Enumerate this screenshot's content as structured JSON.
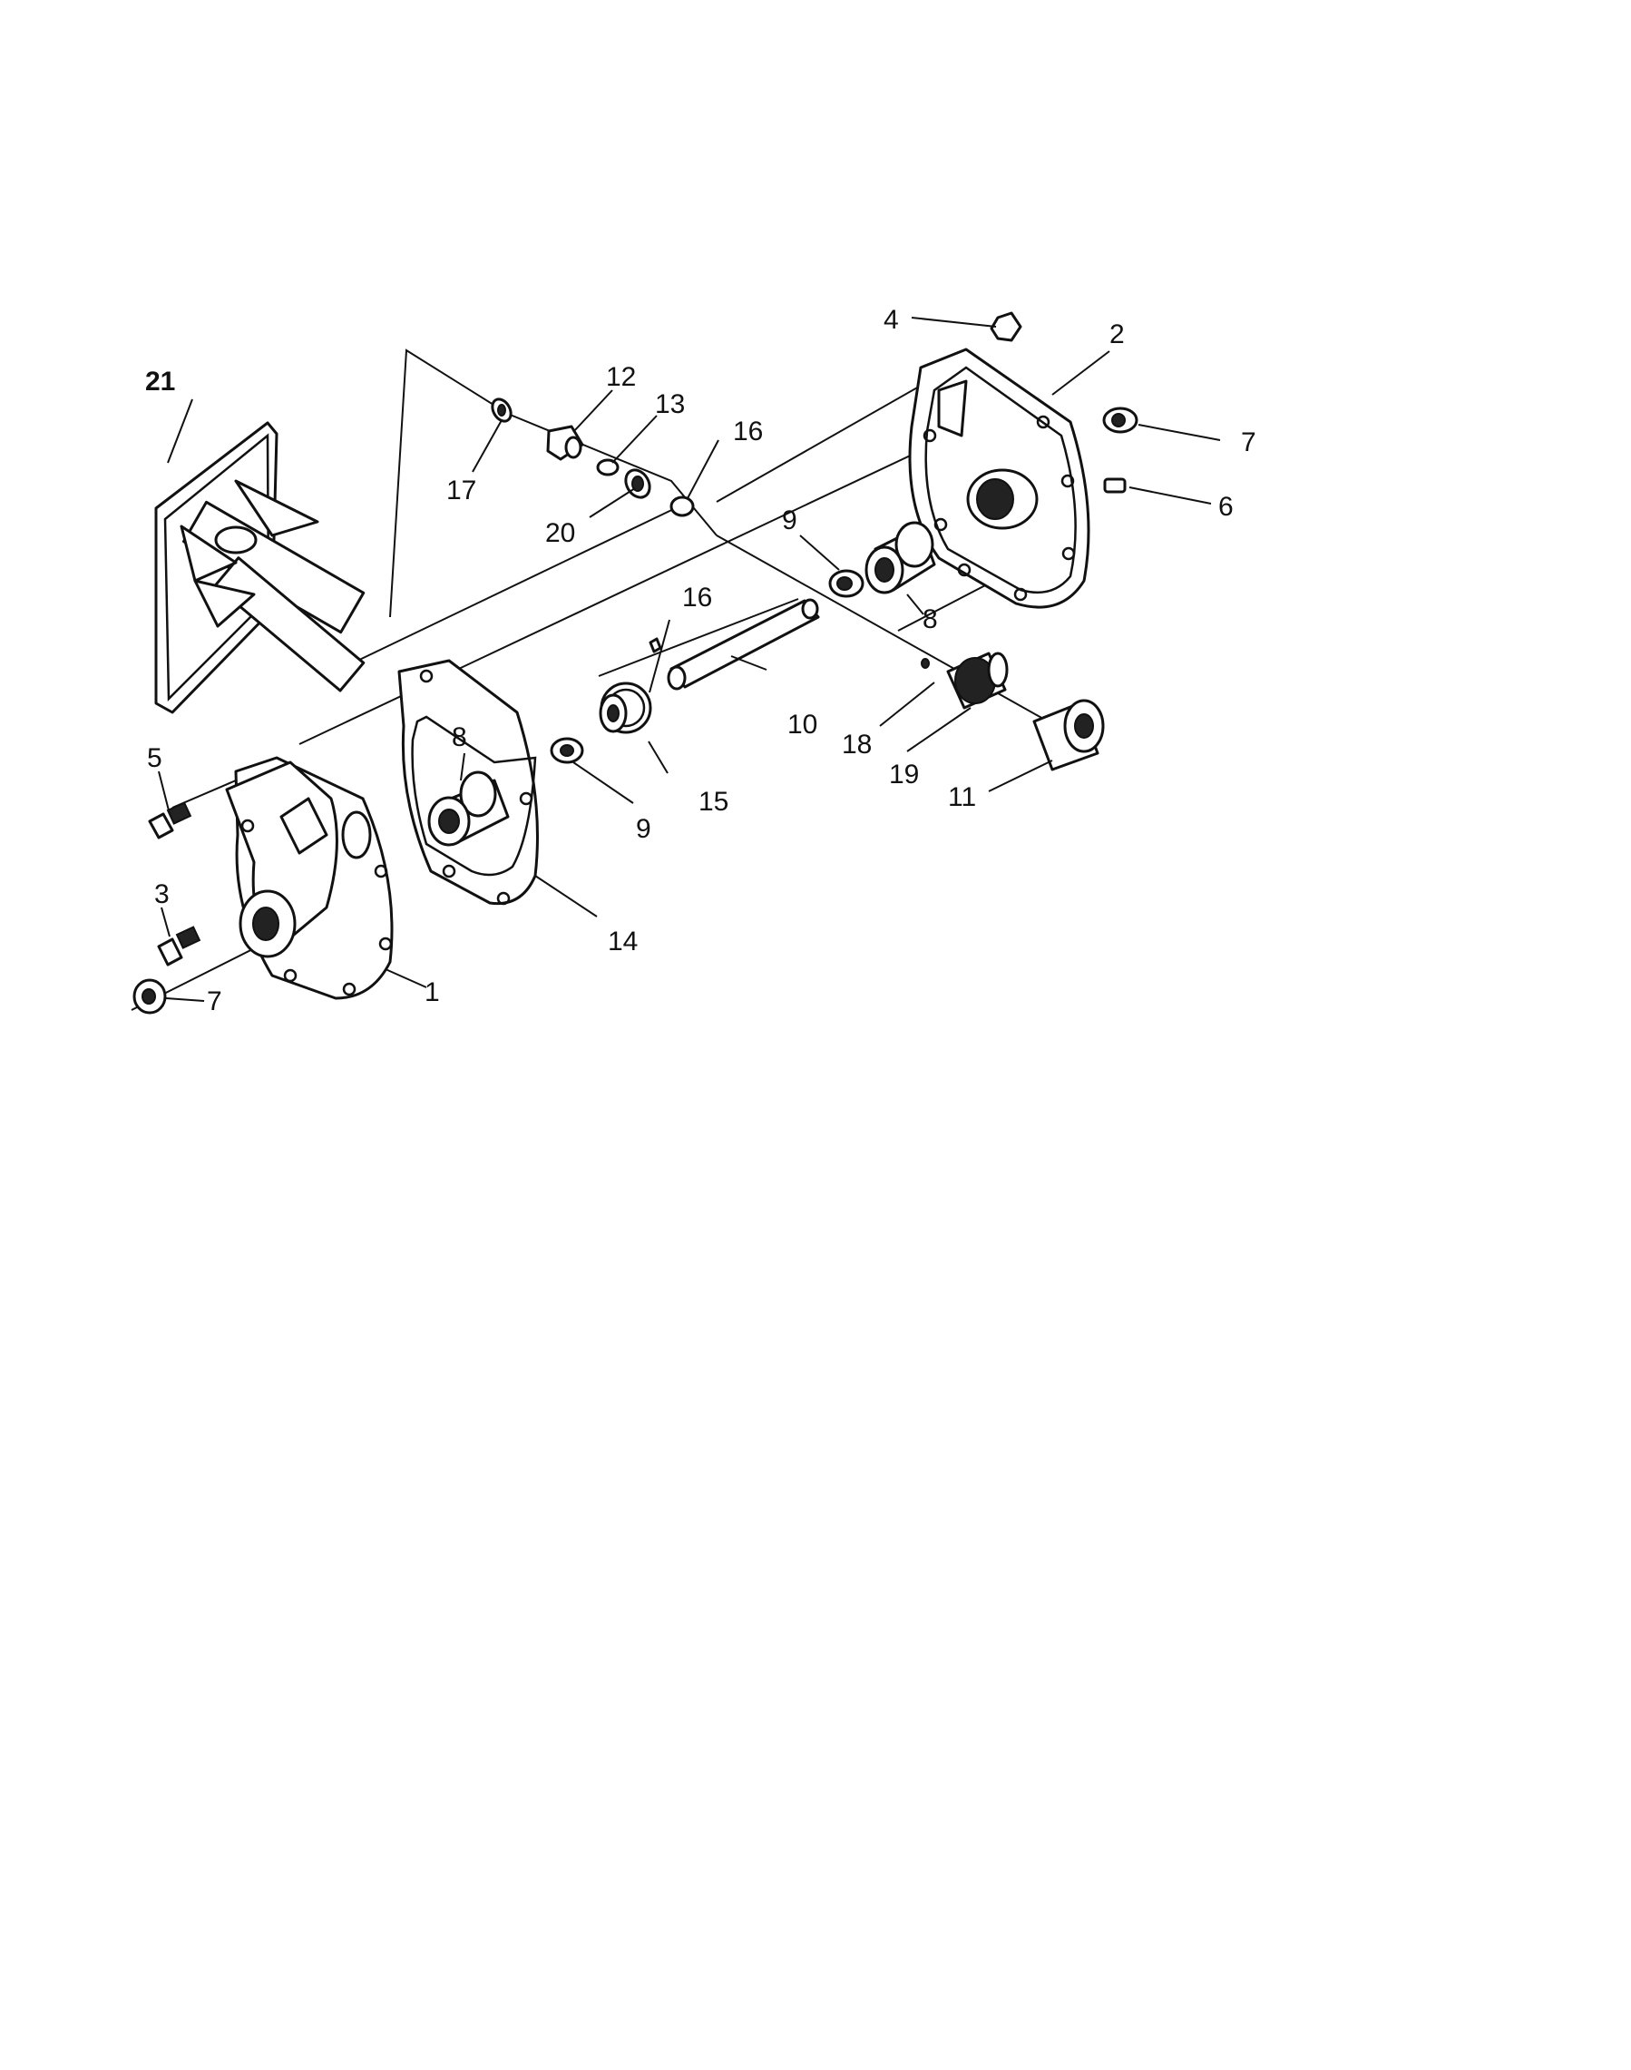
{
  "diagram": {
    "callouts": [
      {
        "id": "c1",
        "text": "1"
      },
      {
        "id": "c2",
        "text": "2"
      },
      {
        "id": "c3",
        "text": "3"
      },
      {
        "id": "c4",
        "text": "4"
      },
      {
        "id": "c5",
        "text": "5"
      },
      {
        "id": "c6",
        "text": "6"
      },
      {
        "id": "c7a",
        "text": "7"
      },
      {
        "id": "c7b",
        "text": "7"
      },
      {
        "id": "c8a",
        "text": "8"
      },
      {
        "id": "c8b",
        "text": "8"
      },
      {
        "id": "c9a",
        "text": "9"
      },
      {
        "id": "c9b",
        "text": "9"
      },
      {
        "id": "c10",
        "text": "10"
      },
      {
        "id": "c11",
        "text": "11"
      },
      {
        "id": "c12",
        "text": "12"
      },
      {
        "id": "c13",
        "text": "13"
      },
      {
        "id": "c14",
        "text": "14"
      },
      {
        "id": "c15",
        "text": "15"
      },
      {
        "id": "c16a",
        "text": "16"
      },
      {
        "id": "c16b",
        "text": "16"
      },
      {
        "id": "c17",
        "text": "17"
      },
      {
        "id": "c18",
        "text": "18"
      },
      {
        "id": "c19",
        "text": "19"
      },
      {
        "id": "c20",
        "text": "20"
      },
      {
        "id": "c21",
        "text": "21"
      }
    ]
  }
}
